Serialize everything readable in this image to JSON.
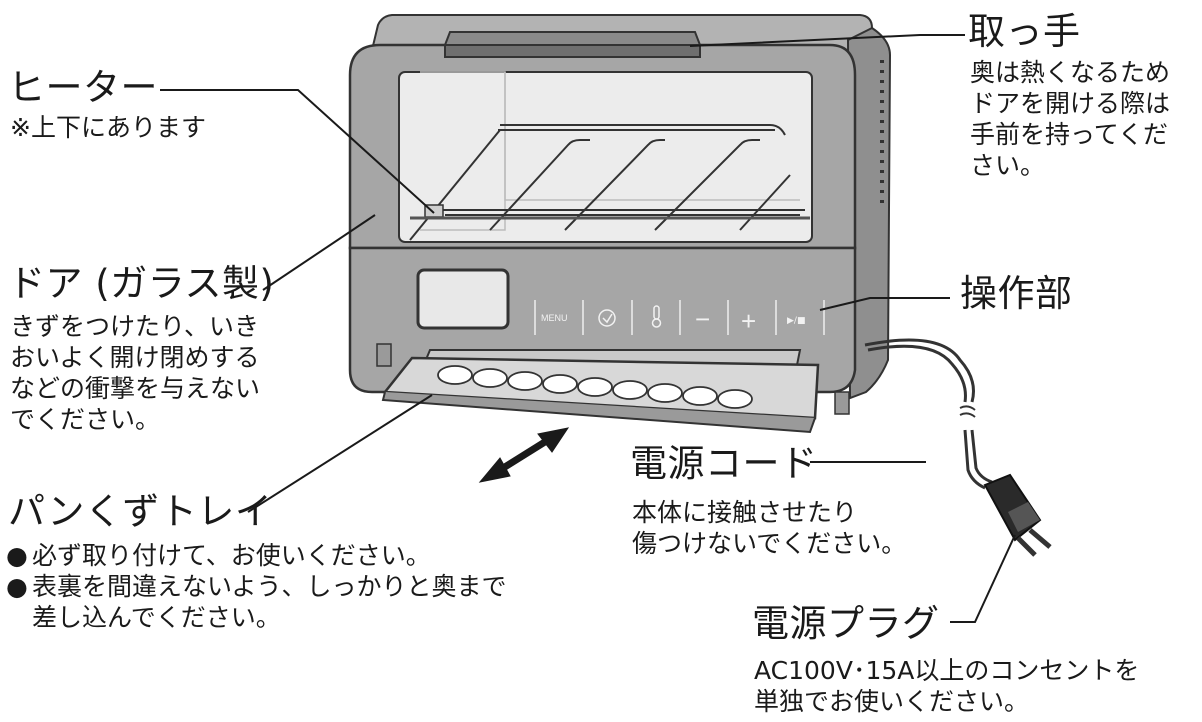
{
  "labels": {
    "heater": {
      "title": "ヒーター",
      "note": "※上下にあります"
    },
    "door": {
      "title": "ドア (ガラス製)",
      "notes": [
        "きずをつけたり、いき",
        "おいよく開け閉めする",
        "などの衝撃を与えない",
        "でください。"
      ]
    },
    "tray": {
      "title": "パンくずトレイ",
      "bullet_mark": "●",
      "bullets": [
        "必ず取り付けて、お使いください。",
        "表裏を間違えないよう、しっかりと奥まで"
      ],
      "continuation": "差し込んでください。"
    },
    "handle": {
      "title": "取っ手",
      "notes": [
        "奥は熱くなるため",
        "ドアを開ける際は",
        "手前を持ってくだ",
        "さい。"
      ]
    },
    "control_panel": {
      "title": "操作部"
    },
    "power_cord": {
      "title": "電源コード",
      "notes": [
        "本体に接触させたり",
        "傷つけないでください。"
      ]
    },
    "power_plug": {
      "title": "電源プラグ",
      "notes": [
        "AC100V･15A以上のコンセントを",
        "単独でお使いください。"
      ]
    }
  },
  "panel_buttons": {
    "menu": "MENU",
    "minus": "−",
    "plus": "+",
    "start": "▶/■"
  },
  "panel_icons": [
    "clock-icon",
    "thermometer-icon"
  ],
  "colors": {
    "body": "#a9a9a9",
    "body_dark": "#7d7d7d",
    "glass": "#eeeeee",
    "line": "#1a1a1a"
  }
}
